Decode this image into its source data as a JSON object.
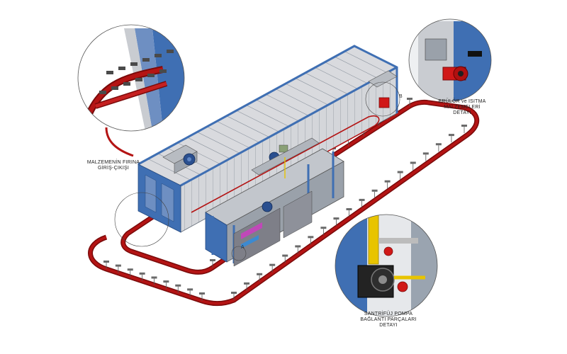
{
  "callouts": {
    "inlet": {
      "lines": [
        "MALZEMENİN FIRINA",
        "GİRİŞ-ÇIKIŞI"
      ]
    },
    "burner": {
      "lines": [
        "BRÜLÖR ve ISITMA",
        "MALZEMELERİ",
        "DETAYI"
      ]
    },
    "pump": {
      "lines": [
        "SANTRİFÜJ POMPA",
        "BAĞLANTI PARÇALARI",
        "DETAYI"
      ]
    }
  },
  "markers": {
    "a": "A",
    "b": "B"
  },
  "colors": {
    "conveyor": "#b41414",
    "conveyor_dark": "#7a0a0a",
    "frame_blue": "#3f6fb3",
    "panel_grey": "#c9ccd1",
    "roof_grey": "#d9dade",
    "motor_blue": "#2a4f8f",
    "burner_red": "#d01818",
    "pipe_yellow": "#e8c400"
  }
}
